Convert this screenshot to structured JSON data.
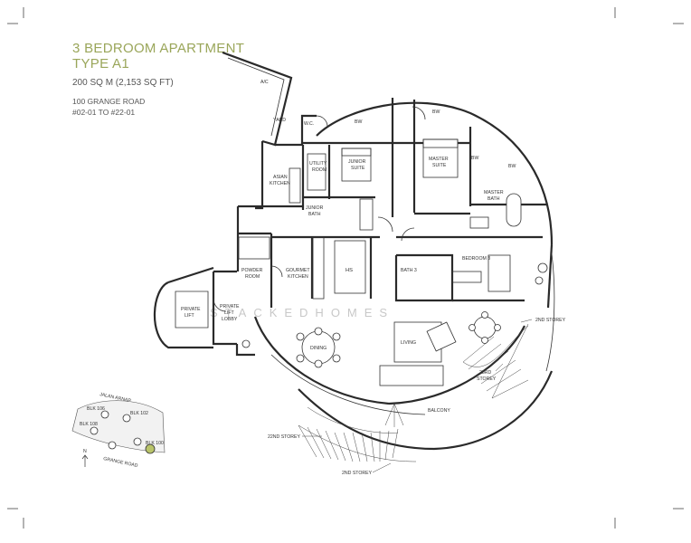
{
  "header": {
    "title_line1": "3 BEDROOM APARTMENT",
    "title_line2": "TYPE A1",
    "area": "200 SQ M (2,153 SQ FT)",
    "address_line1": "100 GRANGE ROAD",
    "address_line2": "#02-01 TO #22-01"
  },
  "rooms": {
    "ac": "A/C",
    "yard": "YARD",
    "wc": "W.C.",
    "bw1": "BW",
    "bw2": "BW",
    "bw3": "BW",
    "bw4": "BW",
    "utility1": "UTILITY",
    "utility2": "ROOM",
    "junior_suite1": "JUNIOR",
    "junior_suite2": "SUITE",
    "master_suite1": "MASTER",
    "master_suite2": "SUITE",
    "master_bath1": "MASTER",
    "master_bath2": "BATH",
    "asian_kitchen1": "ASIAN",
    "asian_kitchen2": "KITCHEN",
    "junior_bath1": "JUNIOR",
    "junior_bath2": "BATH",
    "powder_room1": "POWDER",
    "powder_room2": "ROOM",
    "gourmet_kitchen1": "GOURMET",
    "gourmet_kitchen2": "KITCHEN",
    "hs": "HS",
    "bath3": "BATH 3",
    "bedroom3": "BEDROOM 3",
    "private_lift1": "PRIVATE",
    "private_lift2": "LIFT",
    "lift_lobby1": "PRIVATE",
    "lift_lobby2": "LIFT",
    "lift_lobby3": "LOBBY",
    "dining": "DINING",
    "living": "LIVING",
    "balcony": "BALCONY",
    "storey_2nd_a": "2ND STOREY",
    "storey_23rd1": "23RD",
    "storey_23rd2": "STOREY",
    "storey_22nd": "22ND STOREY",
    "storey_2nd_b": "2ND STOREY"
  },
  "watermark": "STACKEDHOMES",
  "site_plan": {
    "road_top": "JALAN ARNAP",
    "blk106": "BLK 106",
    "blk102": "BLK 102",
    "blk108": "BLK 108",
    "blk100": "BLK 100",
    "road_bottom": "GRANGE ROAD",
    "north": "N"
  },
  "colors": {
    "title": "#9aa65a",
    "highlight_block": "#b9c46a",
    "wall": "#2a2a2a"
  }
}
